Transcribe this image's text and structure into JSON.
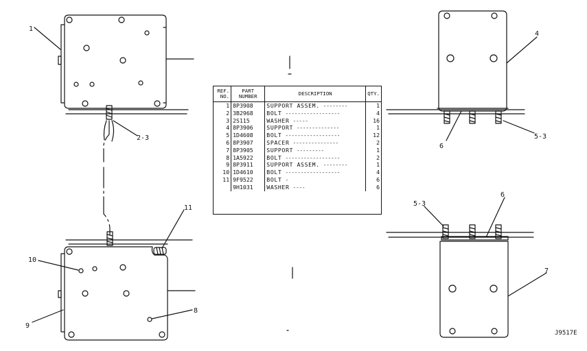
{
  "table": {
    "headers": {
      "ref_no": "REF. NO.",
      "part_number": "PART NUMBER",
      "description": "DESCRIPTION",
      "qty": "QTY."
    },
    "rows": [
      {
        "ref": "1",
        "part": "8P3908",
        "desc": "SUPPORT ASSEM.",
        "leader": "--------",
        "qty": "1"
      },
      {
        "ref": "2",
        "part": "3B2968",
        "desc": "BOLT",
        "leader": "------------------",
        "qty": "4"
      },
      {
        "ref": "3",
        "part": "2S115",
        "desc": "WASHER",
        "leader": "-----",
        "qty": "16"
      },
      {
        "ref": "4",
        "part": "8P3906",
        "desc": "SUPPORT",
        "leader": "--------------",
        "qty": "1"
      },
      {
        "ref": "5",
        "part": "1D4608",
        "desc": "BOLT",
        "leader": "------------------",
        "qty": "12"
      },
      {
        "ref": "6",
        "part": "8P3907",
        "desc": "SPACER",
        "leader": "---------------",
        "qty": "2"
      },
      {
        "ref": "7",
        "part": "8P3905",
        "desc": "SUPPORT",
        "leader": "---------",
        "qty": "1"
      },
      {
        "ref": "8",
        "part": "1A5922",
        "desc": "BOLT",
        "leader": "------------------",
        "qty": "2"
      },
      {
        "ref": "9",
        "part": "8P3911",
        "desc": "SUPPORT ASSEM.",
        "leader": "--------",
        "qty": "1"
      },
      {
        "ref": "10",
        "part": "1D4610",
        "desc": "BOLT",
        "leader": "------------------",
        "qty": "4"
      },
      {
        "ref": "11",
        "part": "9F9522",
        "desc": "BOLT",
        "leader": "-",
        "qty": "6"
      },
      {
        "ref": "",
        "part": "9H1031",
        "desc": "WASHER",
        "leader": "----",
        "qty": "6"
      }
    ]
  },
  "callouts": {
    "c1": "1",
    "c2_3": "2-3",
    "c4": "4",
    "c5_3_top": "5-3",
    "c6_top": "6",
    "c5_3_bottom": "5-3",
    "c6_bottom": "6",
    "c7": "7",
    "c8": "8",
    "c9": "9",
    "c10": "10",
    "c11": "11"
  },
  "drawing_number": "J9517E"
}
